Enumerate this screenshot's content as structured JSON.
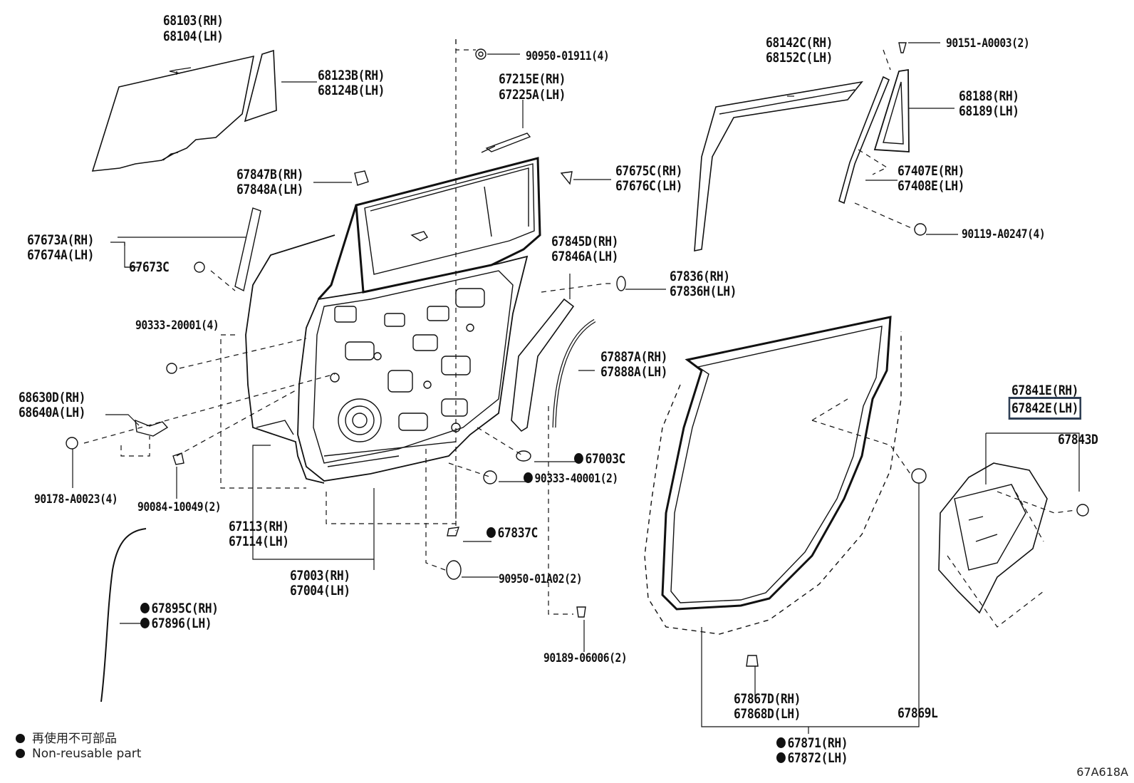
{
  "labels": {
    "l68103": "68103(RH)",
    "l68104": "68104(LH)",
    "l68123B": "68123B(RH)",
    "l68124B": "68124B(LH)",
    "l90950_01911": "90950-01911(4)",
    "l67215E": "67215E(RH)",
    "l67225A": "67225A(LH)",
    "l67847B": "67847B(RH)",
    "l67848A": "67848A(LH)",
    "l67675C": "67675C(RH)",
    "l67676C": "67676C(LH)",
    "l67673A": "67673A(RH)",
    "l67674A": "67674A(LH)",
    "l67673C": "67673C",
    "l67845D": "67845D(RH)",
    "l67846A": "67846A(LH)",
    "l67836RH": "67836(RH)",
    "l67836H": "67836H(LH)",
    "l90333_20001": "90333-20001(4)",
    "l67887A": "67887A(RH)",
    "l67888A": "67888A(LH)",
    "l68630D": "68630D(RH)",
    "l68640A": "68640A(LH)",
    "l67003C": "67003C",
    "l90333_40001": "90333-40001(2)",
    "l90178": "90178-A0023(4)",
    "l90084": "90084-10049(2)",
    "l67113": "67113(RH)",
    "l67114": "67114(LH)",
    "l67837C": "67837C",
    "l67003": "67003(RH)",
    "l67004": "67004(LH)",
    "l90950_01A02": "90950-01A02(2)",
    "l67895C": "67895C(RH)",
    "l67896": "67896(LH)",
    "l90189": "90189-06006(2)",
    "l68142C": "68142C(RH)",
    "l68152C": "68152C(LH)",
    "l90151": "90151-A0003(2)",
    "l68188": "68188(RH)",
    "l68189": "68189(LH)",
    "l67407E": "67407E(RH)",
    "l67408E": "67408E(LH)",
    "l90119": "90119-A0247(4)",
    "l67841E": "67841E(RH)",
    "l67842E": "67842E(LH)",
    "l67843D": "67843D",
    "l67867D": "67867D(RH)",
    "l67868D": "67868D(LH)",
    "l67869L": "67869L",
    "l67871": "67871(RH)",
    "l67872": "67872(LH)"
  },
  "legend": {
    "jp": "再使用不可部品",
    "en": "Non-reusable part"
  },
  "diagram_code": "67A618A",
  "colors": {
    "line": "#111111",
    "highlight_border": "#2f3f55"
  }
}
